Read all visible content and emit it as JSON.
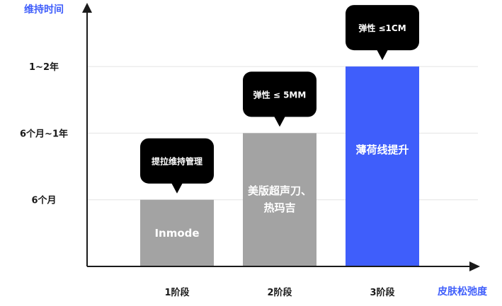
{
  "chart_data": {
    "type": "bar",
    "ylabel": "维持时间",
    "xlabel": "皮肤松弛度",
    "categories": [
      "1阶段",
      "2阶段",
      "3阶段"
    ],
    "y_levels": [
      "6个月",
      "6个月~1年",
      "1~2年"
    ],
    "values": [
      1,
      2,
      3
    ],
    "ylim": [
      0,
      3
    ],
    "grid": true,
    "bar_labels": [
      "Inmode",
      "美版超声刀、\n热玛吉",
      "薄荷线提升"
    ],
    "callouts": [
      "提拉维持管理",
      "弹性 ≤ 5MM",
      "弹性 ≤1CM"
    ],
    "colors": {
      "axis": "#1a1a1a",
      "grid": "#e4e4e4",
      "bars": [
        "#a3a3a3",
        "#a3a3a3",
        "#3f5efb"
      ],
      "callout_bg": "#000000",
      "callout_text": "#ffffff",
      "axis_title": "#3f5efb"
    }
  }
}
